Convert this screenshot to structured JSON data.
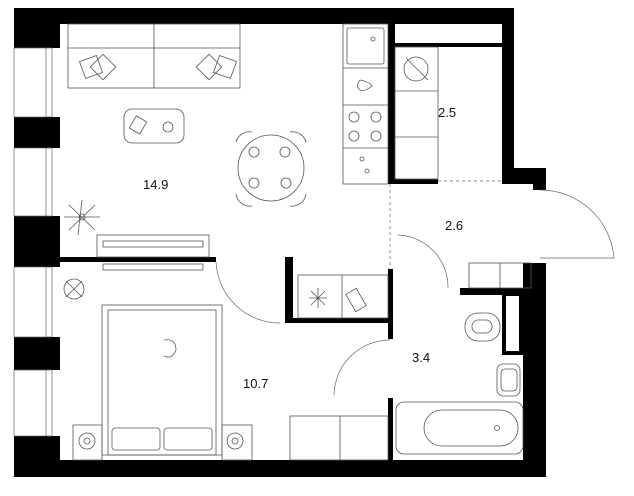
{
  "plan": {
    "colors": {
      "wall": "#000000",
      "furniture": "#555555",
      "background": "#ffffff"
    },
    "rooms": [
      {
        "name": "living-kitchen",
        "area": "14.9"
      },
      {
        "name": "storage",
        "area": "2.5"
      },
      {
        "name": "hallway",
        "area": "2.6"
      },
      {
        "name": "bathroom",
        "area": "3.4"
      },
      {
        "name": "bedroom",
        "area": "10.7"
      }
    ]
  }
}
